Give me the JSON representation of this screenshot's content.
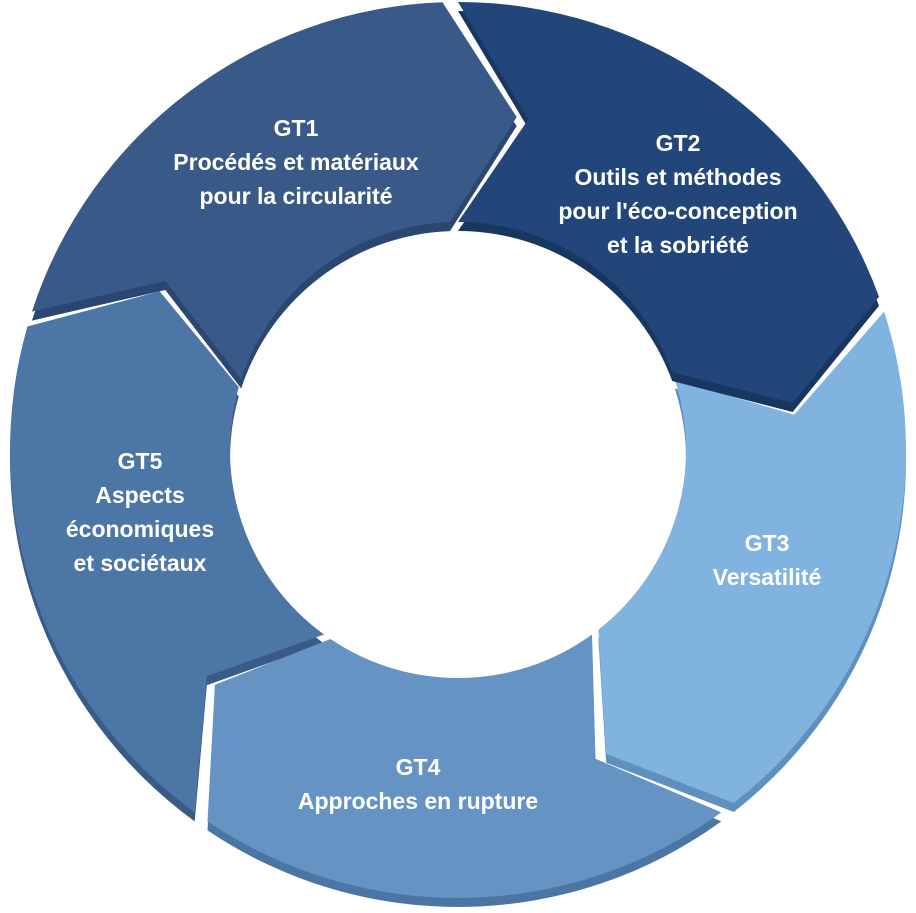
{
  "segments": [
    {
      "id": "gt1",
      "code": "GT1",
      "lines": [
        "Procédés et matériaux",
        "pour la circularité"
      ],
      "color": "#395a88",
      "shade": "#2b4670"
    },
    {
      "id": "gt2",
      "code": "GT2",
      "lines": [
        "Outils et méthodes",
        "pour l'éco-conception",
        "et la sobriété"
      ],
      "color": "#22467a",
      "shade": "#173660"
    },
    {
      "id": "gt3",
      "code": "GT3",
      "lines": [
        "Versatilité"
      ],
      "color": "#80b3e0",
      "shade": "#5f8fbd"
    },
    {
      "id": "gt4",
      "code": "GT4",
      "lines": [
        "Approches en rupture"
      ],
      "color": "#6493c4",
      "shade": "#4b76a3"
    },
    {
      "id": "gt5",
      "code": "GT5",
      "lines": [
        "Aspects",
        "économiques",
        "et sociétaux"
      ],
      "color": "#4b76a6",
      "shade": "#385c87"
    }
  ]
}
